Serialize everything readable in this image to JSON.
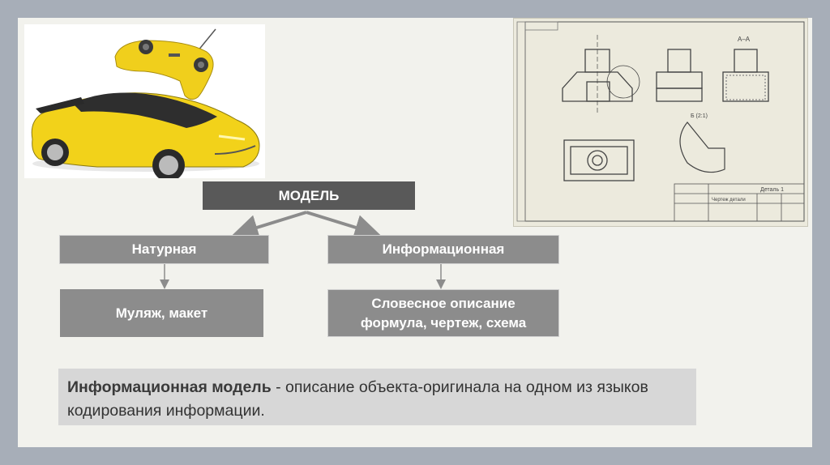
{
  "diagram": {
    "root": "МОДЕЛЬ",
    "branches": [
      {
        "label": "Натурная",
        "example": "Муляж, макет"
      },
      {
        "label": "Информационная",
        "example_lines": [
          "Словесное описание",
          "формула, чертеж, схема"
        ]
      }
    ]
  },
  "definition": {
    "term": "Информационная модель",
    "text": " - описание объекта-оригинала на одном из языков кодирования информации."
  },
  "images": [
    {
      "name": "toy-car-with-remote",
      "kind": "photo"
    },
    {
      "name": "technical-drawing",
      "kind": "drawing"
    }
  ],
  "drawing_labels": {
    "title_block": "Деталь 1",
    "drawing_caption": "Чертеж детали",
    "section": "А–А",
    "scale_label": "Б (2:1)"
  },
  "colors": {
    "background": "#a7aeb8",
    "slide": "#f2f2ed",
    "box_dark": "#595959",
    "box_grey": "#8c8c8c",
    "definition_bg": "#d7d7d7",
    "car_yellow": "#f2d21a"
  }
}
